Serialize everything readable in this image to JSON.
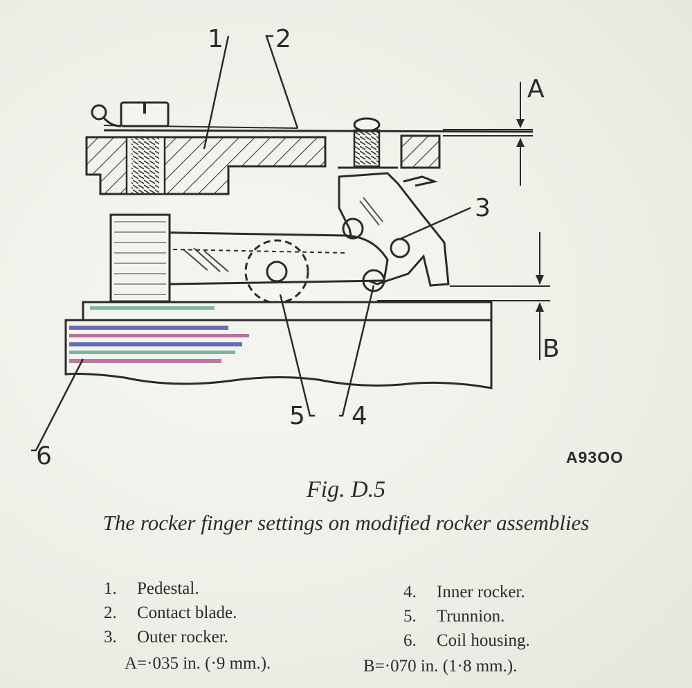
{
  "figure": {
    "reference": "A93OO",
    "number": "Fig. D.5",
    "caption": "The rocker finger settings on modified rocker assemblies"
  },
  "callouts": {
    "c1": "1",
    "c2": "2",
    "c3": "3",
    "c4": "4",
    "c5": "5",
    "c6": "6",
    "dim_a": "A",
    "dim_b": "B"
  },
  "legend": {
    "left": [
      {
        "num": "1.",
        "label": "Pedestal."
      },
      {
        "num": "2.",
        "label": "Contact blade."
      },
      {
        "num": "3.",
        "label": "Outer rocker."
      }
    ],
    "right": [
      {
        "num": "4.",
        "label": "Inner rocker."
      },
      {
        "num": "5.",
        "label": "Trunnion."
      },
      {
        "num": "6.",
        "label": "Coil housing."
      }
    ],
    "dimensions": {
      "a": "A=·035 in. (·9 mm.).",
      "b": "B=·070 in. (1·8 mm.)."
    }
  }
}
